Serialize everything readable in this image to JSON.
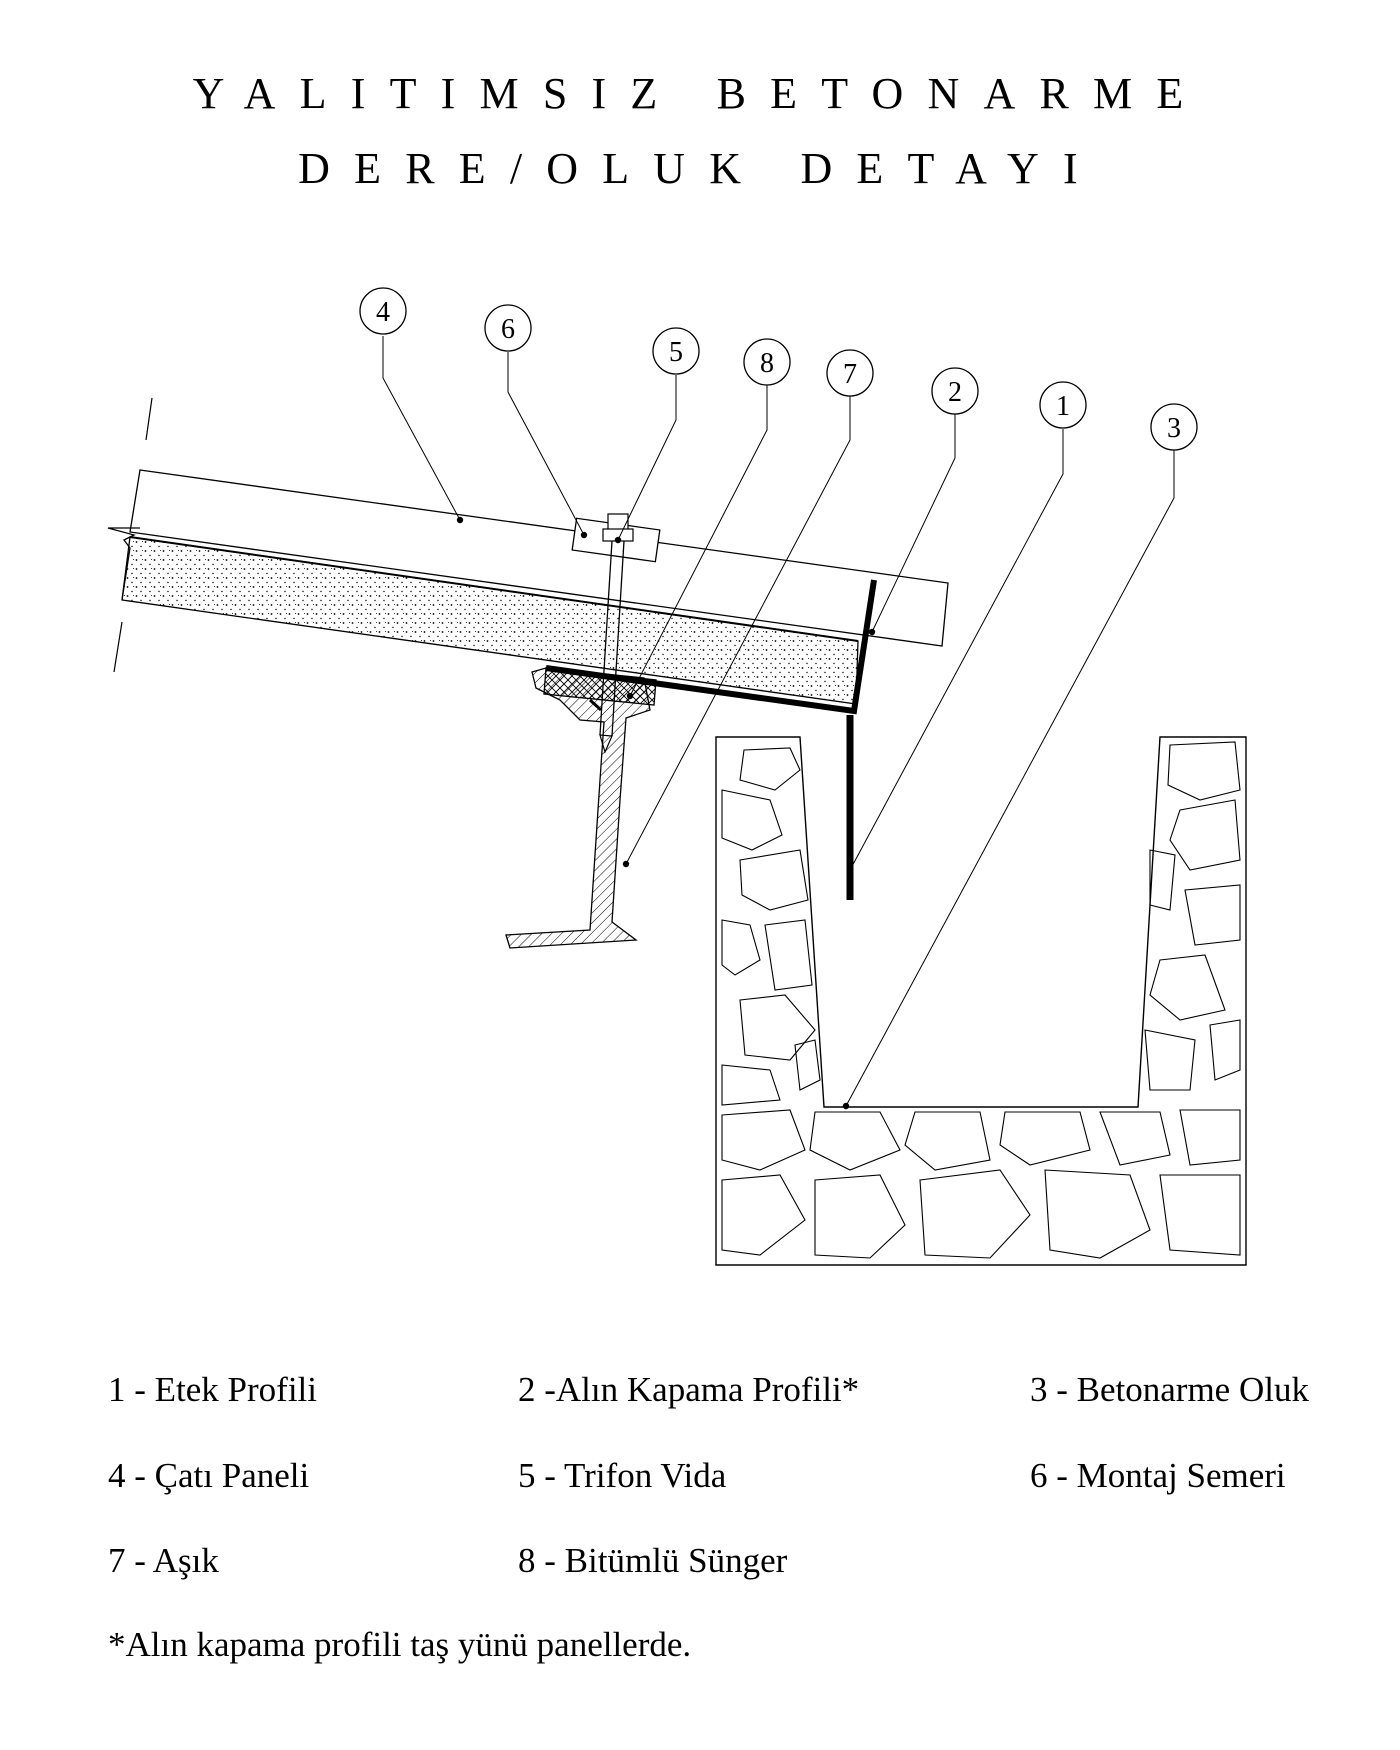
{
  "title": {
    "line1": "YALITIMSIZ BETONARME",
    "line2": "DERE/OLUK DETAYI"
  },
  "callouts": [
    "4",
    "6",
    "5",
    "8",
    "7",
    "2",
    "1",
    "3"
  ],
  "legend": {
    "items": [
      "1 - Etek Profili",
      "2 -Alın Kapama Profili*",
      "3 - Betonarme Oluk",
      "4 - Çatı Paneli",
      "5 - Trifon Vida",
      "6 - Montaj Semeri",
      "7 - Aşık",
      "8 - Bitümlü Sünger"
    ],
    "footnote": "*Alın kapama profili taş yünü panellerde."
  }
}
